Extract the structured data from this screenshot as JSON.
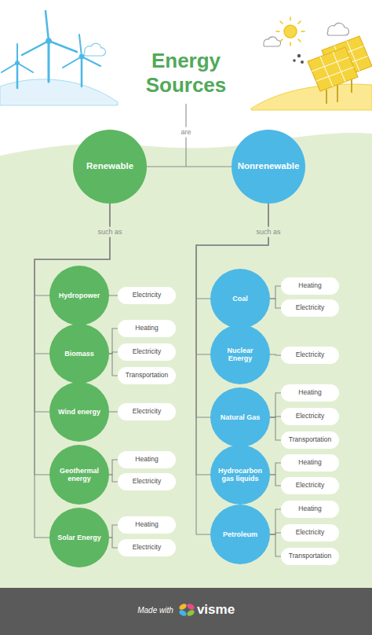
{
  "diagram": {
    "title": "Energy Sources",
    "nodes": [
      {
        "text": [
          "Renewable"
        ]
      },
      {
        "text": [
          "Nonrenewable"
        ]
      },
      {
        "text": [
          "Hydropower"
        ]
      },
      {
        "text": [
          "Electricity"
        ]
      },
      {
        "text": [
          "Biomass"
        ]
      },
      {
        "text": [
          "Heating"
        ]
      },
      {
        "text": [
          "Electricity"
        ]
      },
      {
        "text": [
          "Transportation"
        ]
      },
      {
        "text": [
          "Wind energy"
        ]
      },
      {
        "text": [
          "Electricity"
        ]
      },
      {
        "text": [
          "Geothermal energy"
        ]
      },
      {
        "text": [
          "Heating"
        ]
      },
      {
        "text": [
          "Electricity"
        ]
      },
      {
        "text": [
          "Solar Energy"
        ]
      },
      {
        "text": [
          "Heating"
        ]
      },
      {
        "text": [
          "Electricity"
        ]
      },
      {
        "text": [
          "Coal"
        ]
      },
      {
        "text": [
          "Heating"
        ]
      },
      {
        "text": [
          "Electricity"
        ]
      },
      {
        "text": [
          "Nuclear Energy"
        ]
      },
      {
        "text": [
          "Electricity"
        ]
      },
      {
        "text": [
          "Natural Gas"
        ]
      },
      {
        "text": [
          "Heating"
        ]
      },
      {
        "text": [
          "Electricity"
        ]
      },
      {
        "text": [
          "Transportation"
        ]
      },
      {
        "text": [
          "Hydrocarbon gas liquids"
        ]
      },
      {
        "text": [
          "Heating"
        ]
      },
      {
        "text": [
          "Electricity"
        ]
      },
      {
        "text": [
          "Petroleum"
        ]
      },
      {
        "text": [
          "Heating"
        ]
      },
      {
        "text": [
          "Electricity"
        ]
      },
      {
        "text": [
          "Transportation"
        ]
      }
    ],
    "edges": [
      {
        "from": 0,
        "to": 2,
        "arrow": "none"
      },
      {
        "from": 0,
        "to": 4,
        "arrow": "none"
      },
      {
        "from": 0,
        "to": 8,
        "arrow": "none"
      },
      {
        "from": 0,
        "to": 10,
        "arrow": "none"
      },
      {
        "from": 0,
        "to": 13,
        "arrow": "none"
      },
      {
        "from": 1,
        "to": 16,
        "arrow": "none"
      },
      {
        "from": 1,
        "to": 19,
        "arrow": "none"
      },
      {
        "from": 1,
        "to": 21,
        "arrow": "none"
      },
      {
        "from": 1,
        "to": 25,
        "arrow": "none"
      },
      {
        "from": 1,
        "to": 28,
        "arrow": "none"
      },
      {
        "from": 2,
        "to": 3,
        "arrow": "none"
      },
      {
        "from": 4,
        "to": 5,
        "arrow": "none"
      },
      {
        "from": 4,
        "to": 6,
        "arrow": "none"
      },
      {
        "from": 4,
        "to": 7,
        "arrow": "none"
      },
      {
        "from": 8,
        "to": 9,
        "arrow": "none"
      },
      {
        "from": 10,
        "to": 11,
        "arrow": "none"
      },
      {
        "from": 10,
        "to": 12,
        "arrow": "none"
      },
      {
        "from": 13,
        "to": 14,
        "arrow": "none"
      },
      {
        "from": 13,
        "to": 15,
        "arrow": "none"
      },
      {
        "from": 16,
        "to": 17,
        "arrow": "none"
      },
      {
        "from": 16,
        "to": 18,
        "arrow": "none"
      },
      {
        "from": 19,
        "to": 20,
        "arrow": "none"
      },
      {
        "from": 21,
        "to": 22,
        "arrow": "none"
      },
      {
        "from": 21,
        "to": 23,
        "arrow": "none"
      },
      {
        "from": 21,
        "to": 24,
        "arrow": "none"
      },
      {
        "from": 25,
        "to": 26,
        "arrow": "none"
      },
      {
        "from": 25,
        "to": 27,
        "arrow": "none"
      },
      {
        "from": 28,
        "to": 29,
        "arrow": "none"
      },
      {
        "from": 28,
        "to": 30,
        "arrow": "none"
      },
      {
        "from": 28,
        "to": 31,
        "arrow": "none"
      }
    ],
    "labels": [
      "are",
      "such as",
      "such as",
      "Made with",
      "visme"
    ]
  }
}
